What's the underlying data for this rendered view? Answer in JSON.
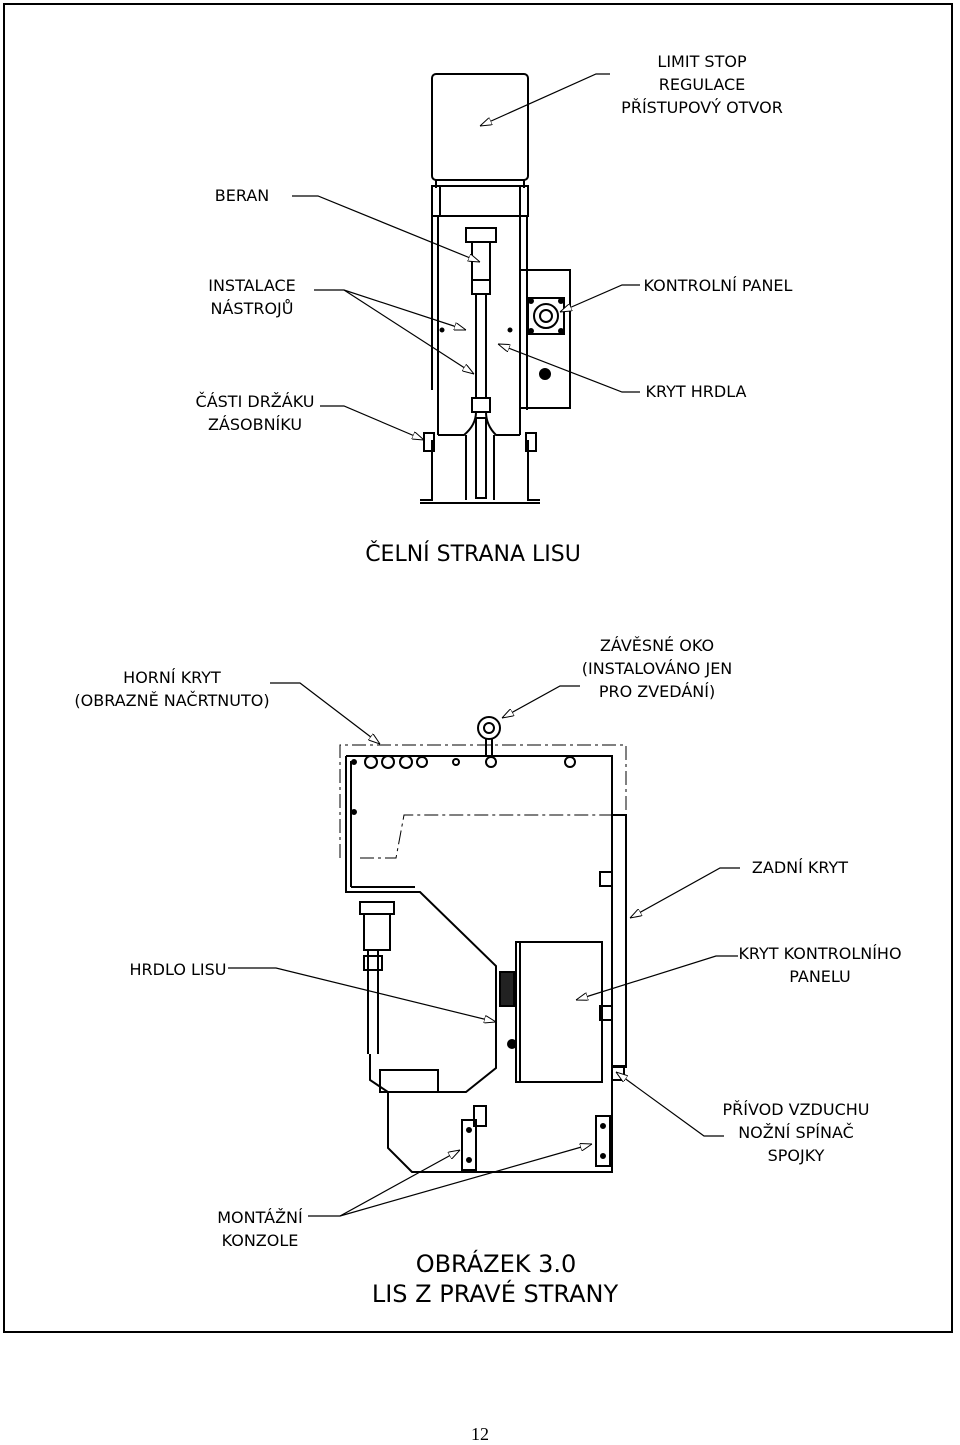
{
  "front_view": {
    "title": "ČELNÍ STRANA LISU",
    "labels": {
      "limit_stop": [
        "LIMIT STOP",
        "REGULACE",
        "PŘÍSTUPOVÝ OTVOR"
      ],
      "beran": [
        "BERAN"
      ],
      "instalace_nastroju": [
        "INSTALACE",
        "NÁSTROJŮ"
      ],
      "kontrolni_panel": [
        "KONTROLNÍ PANEL"
      ],
      "casti_drzaku": [
        "ČÁSTI DRŽÁKU",
        "ZÁSOBNÍKU"
      ],
      "kryt_hrdla": [
        "KRYT HRDLA"
      ]
    }
  },
  "side_view": {
    "labels": {
      "horni_kryt": [
        "HORNÍ KRYT",
        "(OBRAZNĚ NAČRTNUTO)"
      ],
      "zavesne_oko": [
        "ZÁVĚSNÉ OKO",
        "(INSTALOVÁNO JEN",
        "PRO ZVEDÁNÍ)"
      ],
      "zadni_kryt": [
        "ZADNÍ KRYT"
      ],
      "hrdlo_lisu": [
        "HRDLO LISU"
      ],
      "kryt_kontrolniho_panelu": [
        "KRYT KONTROLNÍHO",
        "PANELU"
      ],
      "privod_vzduchu": [
        "PŘÍVOD VZDUCHU",
        "NOŽNÍ SPÍNAČ",
        "SPOJKY"
      ],
      "montazni_konzole": [
        "MONTÁŽNÍ",
        "KONZOLE"
      ]
    }
  },
  "figure": {
    "number": "OBRÁZEK 3.0",
    "caption": "LIS Z PRAVÉ STRANY"
  },
  "page_number": "12"
}
